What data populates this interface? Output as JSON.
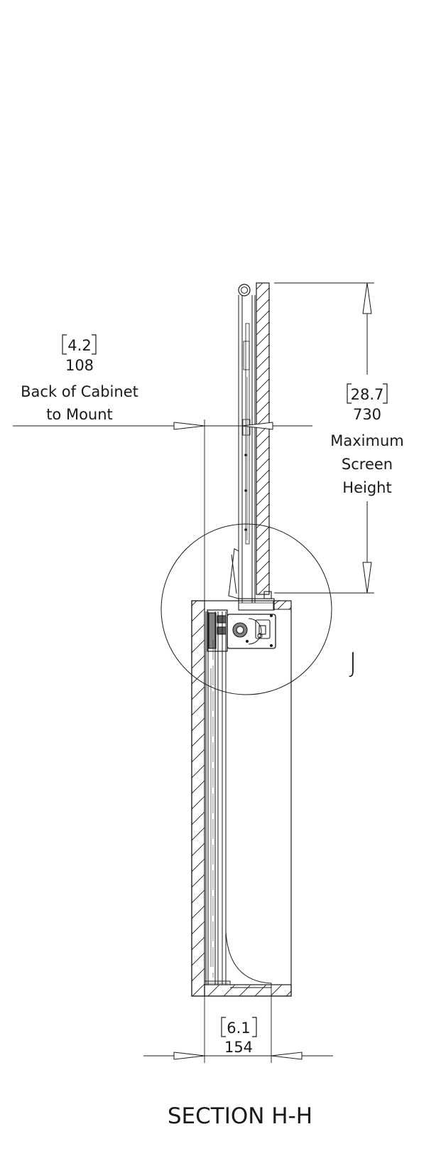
{
  "dim_back_to_mount": {
    "imperial": "4.2",
    "metric": "108",
    "line1": "Back of Cabinet",
    "line2": "to Mount"
  },
  "dim_screen_height": {
    "imperial": "28.7",
    "metric": "730",
    "line1": "Maximum",
    "line2": "Screen",
    "line3": "Height"
  },
  "dim_depth": {
    "imperial": "6.1",
    "metric": "154"
  },
  "detail_label": "J",
  "section_title": "SECTION H-H"
}
